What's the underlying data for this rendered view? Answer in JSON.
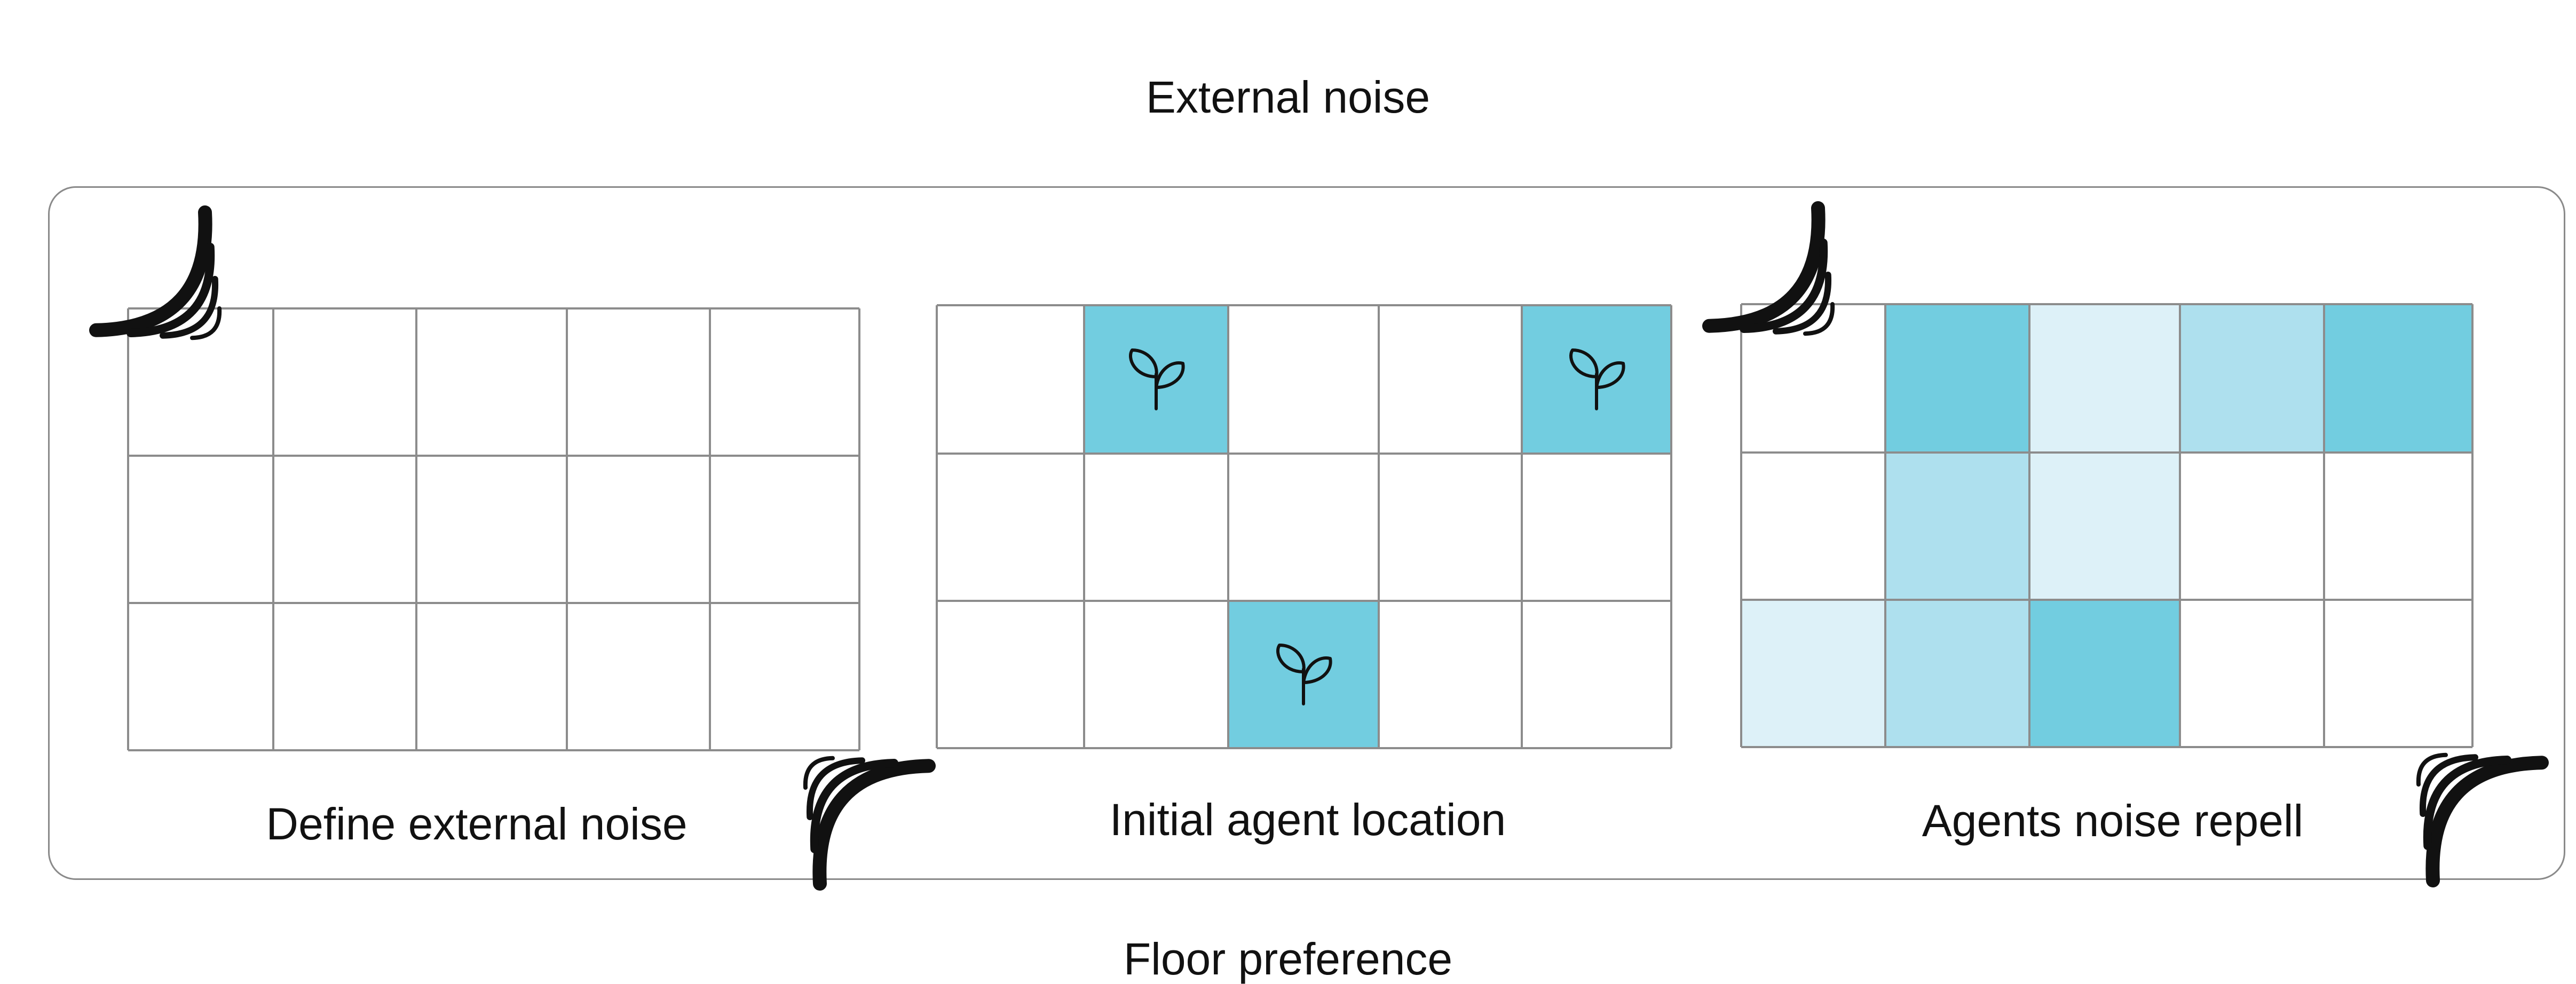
{
  "title": "External noise",
  "panels": [
    {
      "caption": "Define external noise",
      "rows": 3,
      "cols": 5,
      "cells": [
        [
          0,
          0,
          0,
          0,
          0
        ],
        [
          0,
          0,
          0,
          0,
          0
        ],
        [
          0,
          0,
          0,
          0,
          0
        ]
      ],
      "sprouts": [],
      "noise_sources": [
        "top-left",
        "bottom-right"
      ]
    },
    {
      "caption": "Initial agent location",
      "rows": 3,
      "cols": 5,
      "cells": [
        [
          0,
          3,
          0,
          0,
          3
        ],
        [
          0,
          0,
          0,
          0,
          0
        ],
        [
          0,
          0,
          3,
          0,
          0
        ]
      ],
      "sprouts": [
        [
          0,
          1
        ],
        [
          0,
          4
        ],
        [
          2,
          2
        ]
      ],
      "noise_sources": []
    },
    {
      "caption": "Agents noise repell",
      "rows": 3,
      "cols": 5,
      "cells": [
        [
          0,
          3,
          1,
          2,
          3
        ],
        [
          0,
          2,
          1,
          0,
          0
        ],
        [
          1,
          2,
          3,
          0,
          0
        ]
      ],
      "sprouts": [],
      "noise_sources": [
        "top-left",
        "bottom-right"
      ]
    }
  ],
  "bottom_title": "Floor preference",
  "colors": {
    "intensity_1": "#ddf1f8",
    "intensity_2": "#aee0ee",
    "intensity_3": "#72cde0",
    "grid": "#8c8c8c",
    "frame": "#8a8a8a",
    "ink": "#111111"
  },
  "icons": [
    "sprout-icon",
    "sound-waves-icon"
  ]
}
